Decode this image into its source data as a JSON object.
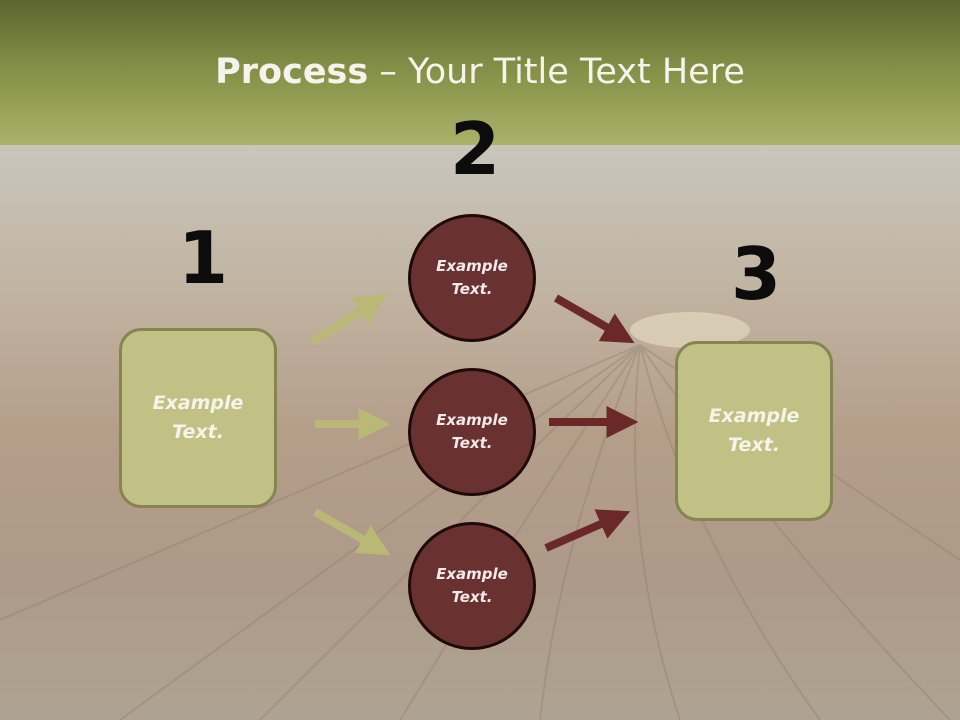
{
  "title": {
    "bold": "Process",
    "rest": " – Your Title Text Here"
  },
  "steps": [
    {
      "number": "1",
      "text": "Example\nText."
    },
    {
      "number": "2",
      "items": [
        "Example\nText.",
        "Example\nText.",
        "Example\nText."
      ]
    },
    {
      "number": "3",
      "text": "Example\nText."
    }
  ],
  "colors": {
    "header": "#828e45",
    "box_fill": "#c2c185",
    "box_border": "#848550",
    "circle_fill": "#6a3131",
    "arrow_green": "#b9b877",
    "arrow_red": "#6a2828"
  },
  "icons": {
    "arrow": "right-arrow"
  }
}
